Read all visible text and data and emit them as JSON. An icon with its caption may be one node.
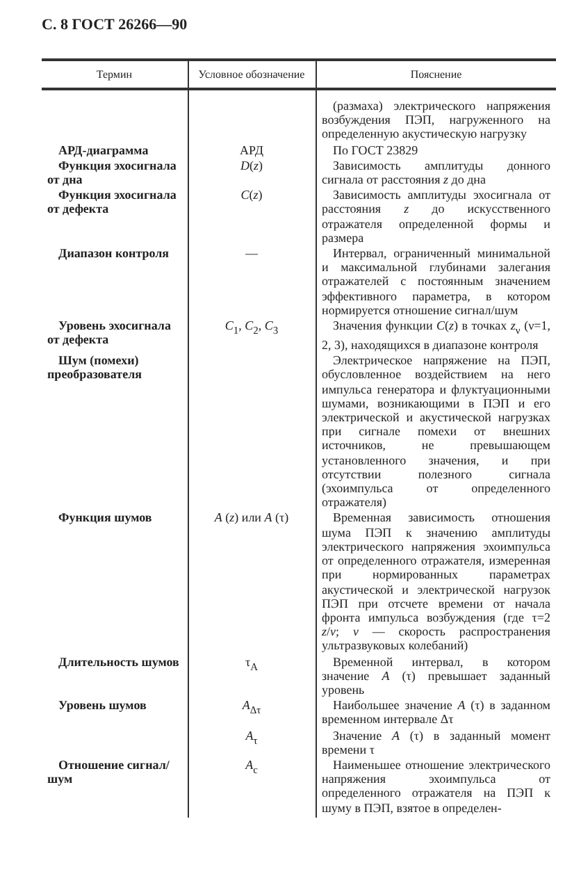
{
  "diagram": {
    "labels": [
      "С. 8 ГОСТ 26266—90",
      "Термин",
      "Условное обозначение",
      "Пояснение",
      "(размаха) электрического напряжения возбуждения ПЭП, нагруженного на определенную акустическую нагрузку",
      "АРД-диаграмма",
      "АРД",
      "По ГОСТ 23829",
      "Функция эхосигнала от дна",
      "*D*(*z*)",
      "Зависимость амплитуды донного сигнала от расстояния *z* до дна",
      "Функция эхосигнала от дефекта",
      "*C*(*z*)",
      "Зависимость амплитуды эхосигнала от расстояния *z* до искусственного отражателя определенной формы и размера",
      "Диапазон контроля",
      "—",
      "Интервал, ограниченный минимальной и максимальной глубинами залегания отражателей с постоянным значением эффективного параметра, в котором нормируется отношение сигнал/шум",
      "Уровень эхосигнала от дефекта",
      "*C*$_{1}$, *C*$_{2}$, *C*$_{3}$",
      "Значения функции *C*(*z*) в точках *z*$_{ν}$ (ν=1, 2, 3), находящихся в диапазоне контроля",
      "Шум (помехи) преобразователя",
      "Электрическое напряжение на ПЭП, обусловленное воздействием на него импульса генератора и флуктуационными шумами, возникающими в ПЭП и его электрической и акустической нагрузках при сигнале помехи от внешних источников, не превышающем установленного значения, и при отсутствии полезного сигнала (эхоимпульса от определенного отражателя)",
      "Функция шумов",
      "*A* (*z*) или *A* (τ)",
      "Временная зависимость отношения шума ПЭП к значению амплитуды электрического напряжения эхоимпульса от определенного отражателя, измеренная при нормированных параметрах акустической и электрической нагрузок ПЭП при отсчете времени от начала фронта импульса возбуждения (где τ=2 *z*/*v*; *v* — скорость распространения ультразвуковых колебаний)",
      "Длительность шумов",
      "τ$_{A}$",
      "Временной интервал, в котором значение *A* (τ) превышает заданный уровень",
      "Уровень шумов",
      "*A*$_{Δτ}$",
      "Наибольшее значение *A* (τ) в заданном временном интервале Δτ",
      "*A*$_{τ}$",
      "Значение *A* (τ) в заданный момент времени τ",
      "Отношение сигнал/шум",
      "*A*$_{c}$",
      "Наименьшее отношение электрического напряжения эхоимпульса от определенного отражателя на ПЭП к шуму в ПЭП, взятое в определен-"
    ]
  }
}
